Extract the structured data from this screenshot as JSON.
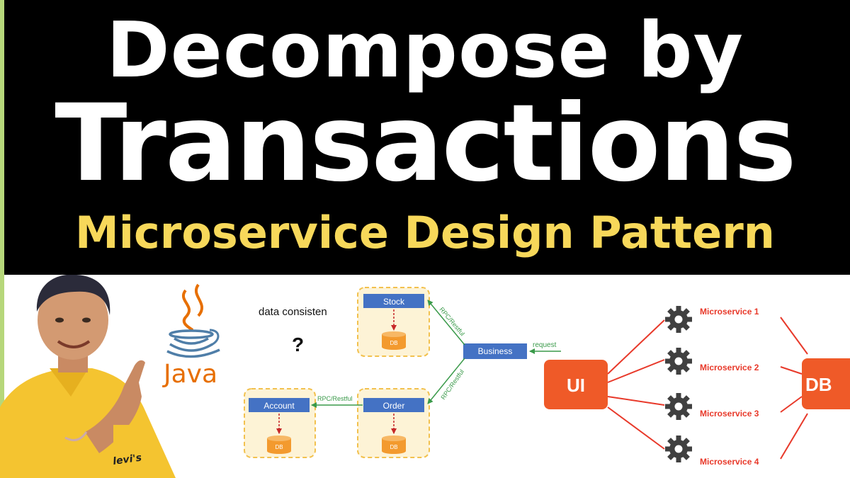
{
  "banner": {
    "line1": "Decompose by",
    "line2": "Transactions",
    "line3": "Microservice Design Pattern"
  },
  "java_logo": {
    "text": "Java",
    "icon": "coffee-cup-icon"
  },
  "left_diagram": {
    "question_text": "data consisten",
    "question_mark": "?",
    "services": {
      "stock": "Stock",
      "account": "Account",
      "order": "Order",
      "business": "Business"
    },
    "db_label": "DB",
    "edges": {
      "request": "request",
      "rpc_stock": "RPC/Restful",
      "rpc_order": "RPC/Restful",
      "rpc_account": "RPC/Restful"
    }
  },
  "right_diagram": {
    "ui": "UI",
    "db": "DB",
    "microservices": [
      "Microservice 1",
      "Microservice 2",
      "Microservice 3",
      "Microservice 4"
    ],
    "gear_icon": "gear-icon"
  },
  "person_shirt_logo": "levi's",
  "colors": {
    "banner_bg": "#000000",
    "title_white": "#ffffff",
    "subtitle_yellow": "#f7d85a",
    "service_blue": "#4472c4",
    "dashed_box": "#f2c14e",
    "box_fill": "#fdf3d6",
    "db_orange": "#f39a2e",
    "arrow_green": "#3a9a4a",
    "ui_orange": "#ef5a28",
    "microservice_red": "#e8392a",
    "gear_dark": "#404040"
  }
}
